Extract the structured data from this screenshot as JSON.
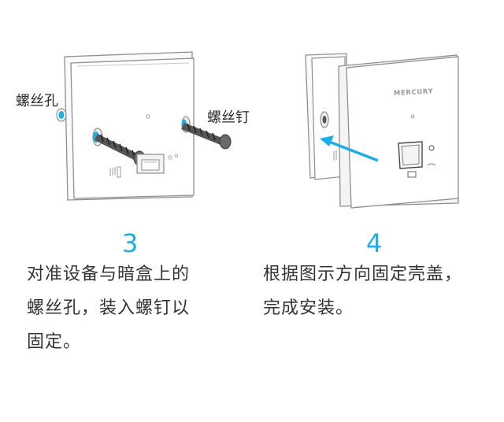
{
  "callouts": {
    "screw_hole": "螺丝孔",
    "screw": "螺丝钉"
  },
  "device": {
    "brand": "MERCURY"
  },
  "steps": [
    {
      "number": "3",
      "lines": [
        "对准设备与暗盒上的",
        "螺丝孔，装入螺钉以",
        "固定。"
      ]
    },
    {
      "number": "4",
      "lines": [
        "根据图示方向固定壳盖，",
        "完成安装。"
      ]
    }
  ],
  "colors": {
    "accent": "#1aaee8",
    "text": "#333333",
    "outline": "#8f8f8f"
  }
}
